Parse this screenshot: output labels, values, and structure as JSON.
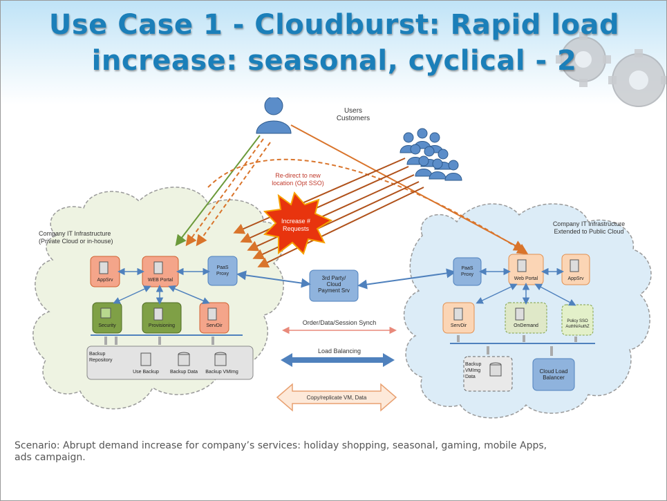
{
  "title": {
    "line1": "Use Case 1 - Cloudburst: Rapid load",
    "line2": "increase: seasonal, cyclical - 2"
  },
  "users_label": {
    "line1": "Users",
    "line2": "Customers"
  },
  "redirect_label": {
    "line1": "Re-direct to new",
    "line2": "location (Opt SSO)"
  },
  "burst_label": {
    "line1": "Increase #",
    "line2": "Requests"
  },
  "private_cloud": {
    "title_line1": "Company IT Infrastructure",
    "title_line2": "(Private Cloud or in-house)",
    "appsrv": "AppSrv",
    "webportal": "WEB Portal",
    "paas_line1": "PaaS",
    "paas_line2": "Proxy",
    "security": "Security",
    "provisioning": "Provisioning",
    "servdir": "ServDir",
    "backup_repo_line1": "Backup",
    "backup_repo_line2": "Repository",
    "use_backup": "Use Backup",
    "backup_data": "Backup Data",
    "backup_vmimg": "Backup VMImg"
  },
  "third_party": {
    "line1": "3rd Party/",
    "line2": "Cloud",
    "line3": "Payment Srv"
  },
  "links": {
    "order_sync": "Order/Data/Session Synch",
    "load_balancing": "Load Balancing",
    "copy_replicate": "Copy/replicate VM, Data"
  },
  "public_cloud": {
    "title_line1": "Company IT Infrastructure",
    "title_line2": "Extended to Public Cloud",
    "paas_line1": "PaaS",
    "paas_line2": "Proxy",
    "webportal": "Web Portal",
    "appsrv": "AppSrv",
    "servdir": "ServDir",
    "ondemand": "OnDemand",
    "authn_line1": "Policy SSO",
    "authn_line2": "AuthN/AuthZ",
    "backup_line1": "Backup",
    "backup_line2": "VMImg",
    "backup_line3": "Data",
    "cloud_lb_line1": "Cloud Load",
    "cloud_lb_line2": "Balancer"
  },
  "scenario": {
    "line1": "Scenario: Abrupt demand increase for company’s services: holiday shopping, seasonal, gaming, mobile Apps,",
    "line2": "ads campaign."
  }
}
